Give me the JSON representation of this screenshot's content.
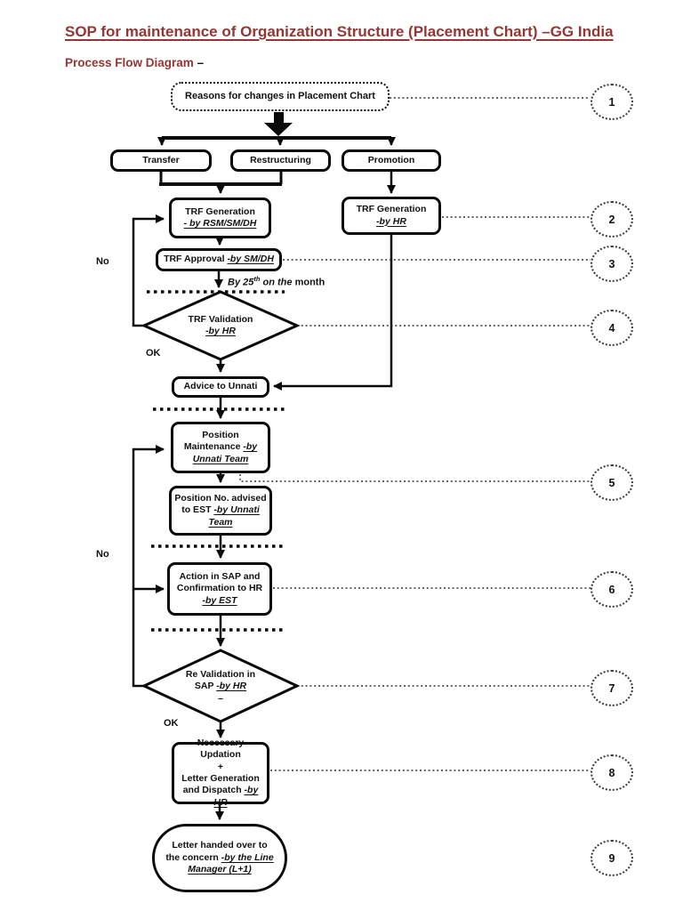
{
  "document": {
    "title": "SOP for maintenance of Organization Structure (Placement Chart) –GG India",
    "subtitle": "Process Flow Diagram ",
    "subtitle_dash": "–",
    "accent_color": "#943634"
  },
  "flow": {
    "start": {
      "label": "Reasons for changes in Placement Chart"
    },
    "branches": {
      "transfer": "Transfer",
      "restructuring": "Restructuring",
      "promotion": "Promotion"
    },
    "trf_generation_field": {
      "main": "TRF Generation",
      "by": "- by RSM/SM/DH"
    },
    "trf_generation_hr": {
      "main": "TRF Generation",
      "by": "-by HR"
    },
    "trf_approval": {
      "main": "TRF Approval ",
      "by": "-by SM/DH"
    },
    "deadline_note": {
      "italic_pre": "By 25",
      "sup": "th",
      "italic_mid": " on the ",
      "plain": "month"
    },
    "trf_validation": {
      "main": "TRF Validation",
      "by": "-by HR"
    },
    "advice": {
      "label": "Advice to Unnati"
    },
    "position_maintenance": {
      "main": "Position Maintenance ",
      "by": "-by Unnati Team"
    },
    "position_no_advised": {
      "main": "Position No. advised to EST ",
      "by": "-by Unnati Team"
    },
    "action_in_sap": {
      "main": "Action in SAP and Confirmation to HR",
      "by": "-by EST"
    },
    "re_validation": {
      "main": "Re Validation in SAP ",
      "by": "-by HR",
      "dash": "–"
    },
    "necessary_updation": {
      "line1": "Necessary Updation",
      "line2": "+",
      "line3": "Letter Generation and Dispatch ",
      "by": "-by HR"
    },
    "letter_handover": {
      "main": "Letter handed over to the concern ",
      "by": "-by the Line Manager (L+1)"
    },
    "decision_labels": {
      "no": "No",
      "ok": "OK"
    }
  },
  "callouts": [
    "1",
    "2",
    "3",
    "4",
    "5",
    "6",
    "7",
    "8",
    "9"
  ]
}
